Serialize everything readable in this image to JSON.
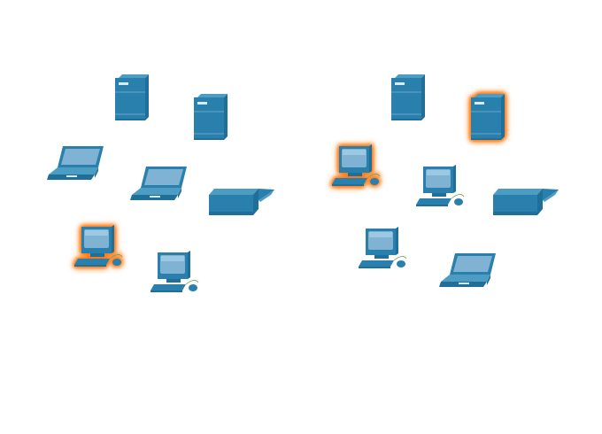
{
  "colors": {
    "device_dark": "#1f6f99",
    "device_mid": "#2a80ad",
    "device_light": "#4d9cc4",
    "screen": "#7fb2d3",
    "screen_light": "#9cc8e2",
    "highlight_glow": "#ff6a00"
  },
  "diagram": {
    "panels": [
      {
        "devices": [
          {
            "type": "server",
            "icon": "server-icon",
            "highlighted": false
          },
          {
            "type": "server",
            "icon": "server-icon",
            "highlighted": false
          },
          {
            "type": "laptop",
            "icon": "laptop-icon",
            "highlighted": false
          },
          {
            "type": "laptop",
            "icon": "laptop-icon",
            "highlighted": false
          },
          {
            "type": "printer",
            "icon": "printer-icon",
            "highlighted": false
          },
          {
            "type": "desktop-pc",
            "icon": "desktop-pc-icon",
            "highlighted": true
          },
          {
            "type": "desktop-pc",
            "icon": "desktop-pc-icon",
            "highlighted": false
          }
        ]
      },
      {
        "devices": [
          {
            "type": "server",
            "icon": "server-icon",
            "highlighted": false
          },
          {
            "type": "server",
            "icon": "server-icon",
            "highlighted": true
          },
          {
            "type": "desktop-pc",
            "icon": "desktop-pc-icon",
            "highlighted": true
          },
          {
            "type": "desktop-pc",
            "icon": "desktop-pc-icon",
            "highlighted": false
          },
          {
            "type": "printer",
            "icon": "printer-icon",
            "highlighted": false
          },
          {
            "type": "desktop-pc",
            "icon": "desktop-pc-icon",
            "highlighted": false
          },
          {
            "type": "laptop",
            "icon": "laptop-icon",
            "highlighted": false
          }
        ]
      }
    ]
  }
}
